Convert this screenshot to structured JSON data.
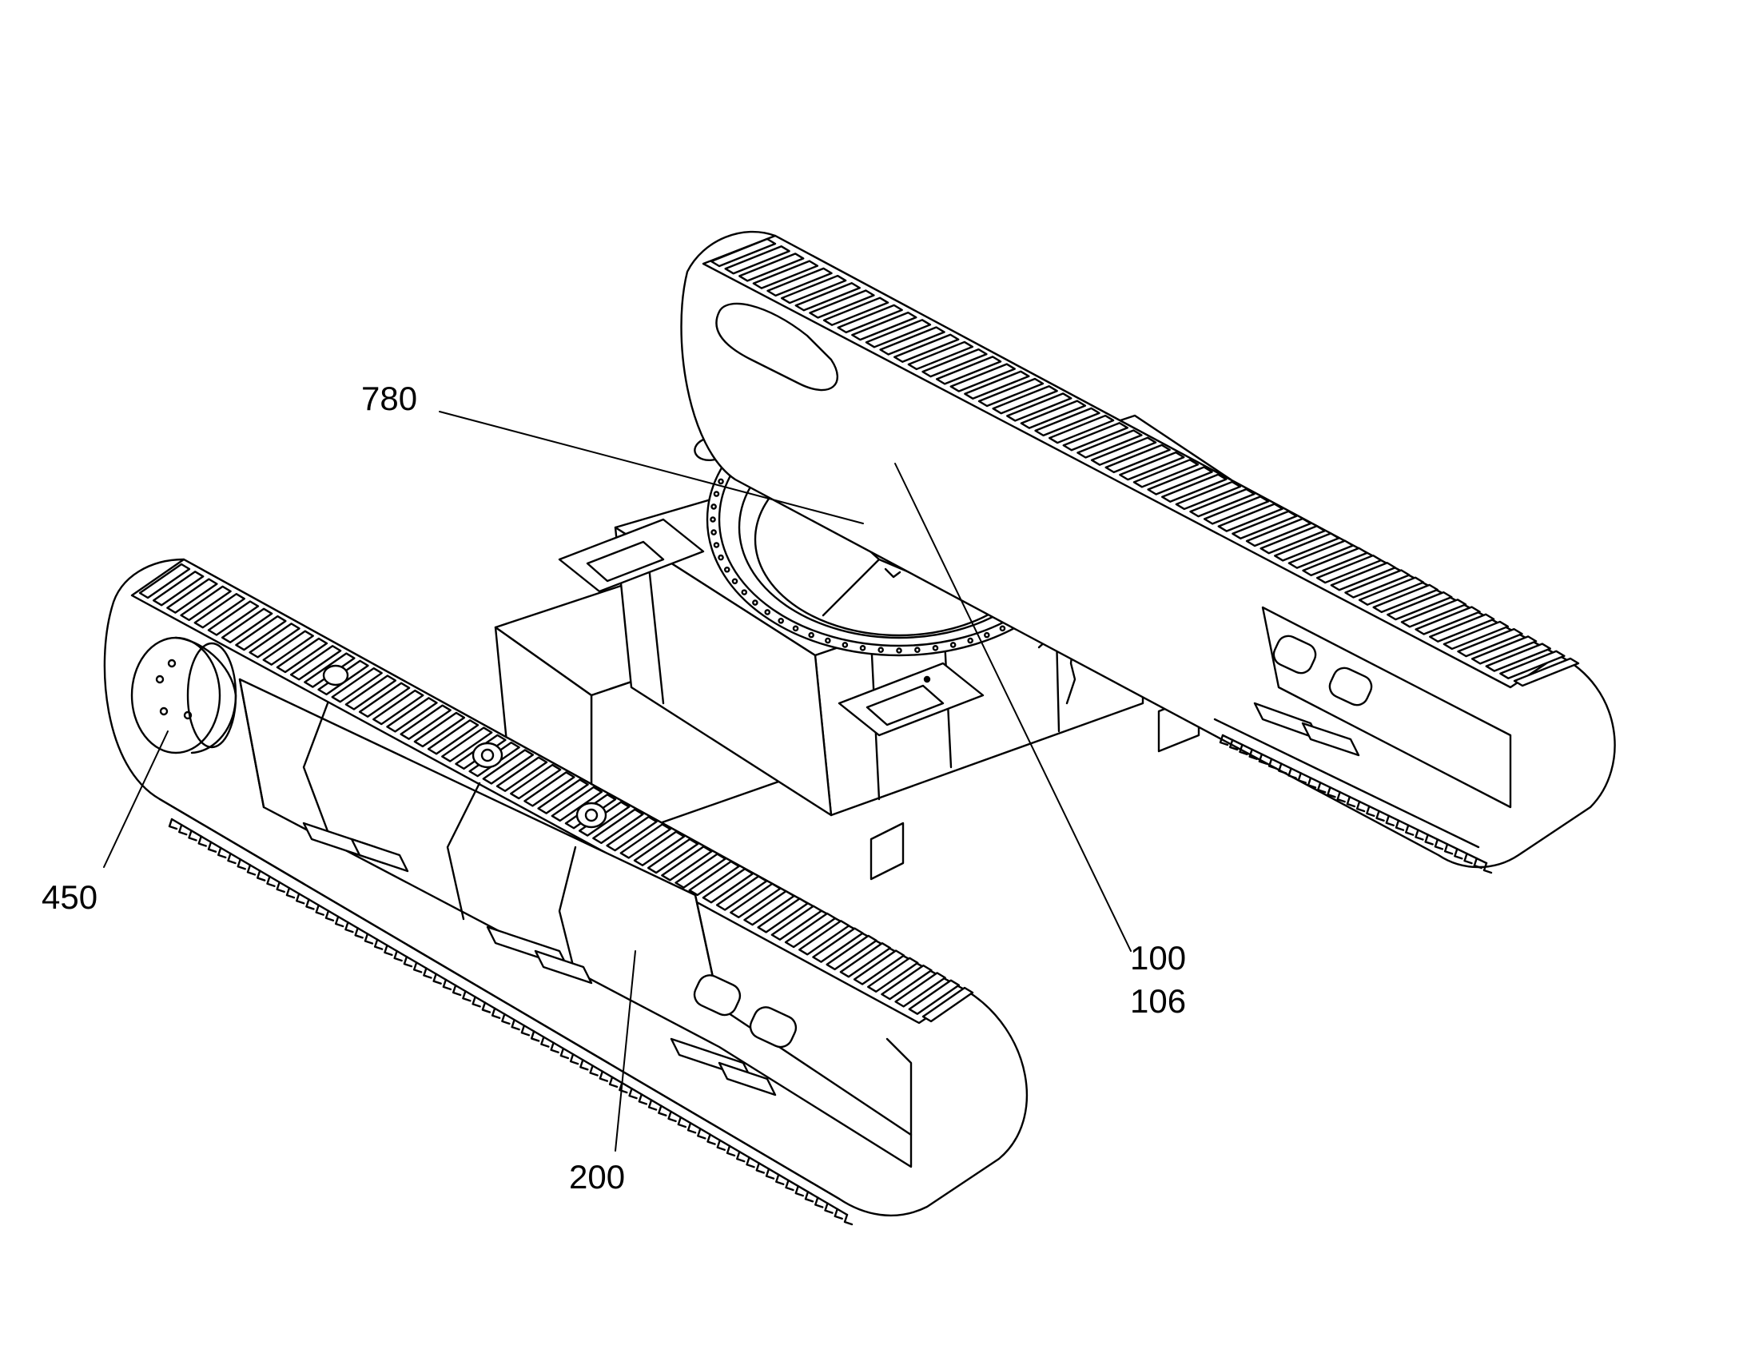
{
  "labels": {
    "ref_780": "780",
    "ref_450": "450",
    "ref_100": "100",
    "ref_106": "106",
    "ref_200": "200"
  },
  "colors": {
    "line": "#000000",
    "paper": "#ffffff",
    "fill_light": "#ffffff"
  }
}
